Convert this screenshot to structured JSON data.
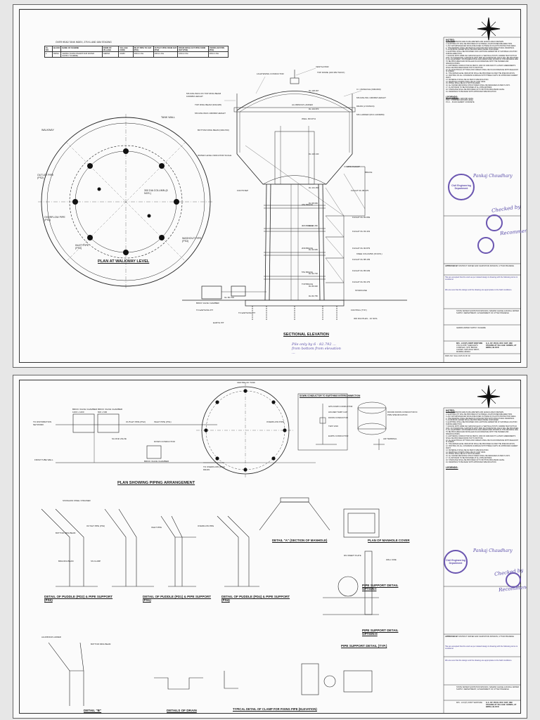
{
  "sheet1": {
    "table_title": "OVER HEAD TANK INDEX, 275 KL AND 16M STAGING",
    "table_headers": [
      "SL. NO.",
      "BLOCK",
      "NAME OF SCHEME",
      "NAME OF VILLAGE",
      "VILLAGE CODE",
      "INLET PIPE TO OHT (PS1)",
      "OUTLET PIPE FROM OHT (PS2)",
      "DRAIN WASH OUT PIPE FORM OHT (PS3)",
      "OVERFLOW PIPE (PS4)"
    ],
    "table_row": [
      "1.",
      "BIRSA",
      "GERMA (SAMAI-PAHENTHUR WATER SUPPLY SCHEME)",
      "GERMA",
      "04480",
      "200mm Dia",
      "200mm Dia",
      "100mm Dia",
      "200mm Dia"
    ],
    "plan": {
      "title": "PLAN AT WALKWAY LEVEL",
      "walkway": "WALKWAY",
      "tank_wall": "TANK WALL",
      "outlet": "OUTLET PIPE (PS2)",
      "overflow": "OVERFLOW PIPE (PS4)",
      "inlet": "INLET PIPE (PS1)",
      "washout": "WASHOUT PIPE (PS3)",
      "column": "300 DIA COLUMN (8 NOS.)"
    },
    "section": {
      "title": "SECTIONAL ELEVATION",
      "labels": [
        "VENTILATOR",
        "LIGHTENING CONDUCTOR",
        "TOP DOME (100 MM THICK)",
        "MS RAILINGS ON TOP RING BEAM 1000MM HEIGHT",
        "C.I. MANHOLE (600x600)",
        "MS RAILING 1000MM HEIGHT",
        "ALUMINIUM LADDER",
        "TOP RING BEAM (300x325)",
        "MS RAILINGS 1000MM HEIGHT",
        "DRAIN (2 RUNGS)",
        "MS LADDER (RCC-1000MM)",
        "BOTTOM RING BEAM (300x700)",
        "WELL MOUTH",
        "WATER LEVEL INDICATOR SCALE",
        "FOOTSTEP",
        "BRACE",
        "18TH FLIGHT",
        "FLIGHT RL 98.475",
        "FLIGHT RL 95.869",
        "FLIGHT RL 93.419",
        "FLIGHT RL 90.879",
        "FLIGHT RL 88.439",
        "FLIGHT RL 85.939",
        "FLIGHT RL 83.479",
        "KNEE COLUMNS (8 NOS.)",
        "STAIRCASE",
        "GL 82.700",
        "EARTH PIT",
        "FOOTING (TYP.)",
        "300 DIA PILES - 10 NOS."
      ],
      "rl_tags": [
        "RL 108.067",
        "RL 104.870",
        "RL 102.130",
        "RL 101.350",
        "RL 98.669",
        "RL 96.350",
        "RL 93.665",
        "RL 90.700",
        "RL 86.930",
        "RL 83.765"
      ],
      "misc": [
        "2ND BRACE",
        "3RD BRACE",
        "4TH BRACE",
        "5TH BRACE",
        "TOP BRACE",
        "BRICK VALVE CHAMBER",
        "TO EARTHING PIT",
        "TO EARTHING PIT"
      ],
      "handwritten": "Pile only by 6 - 82.792 ... from bottom from elevation ..."
    },
    "notes": {
      "heading": "NOTES:",
      "items": [
        "1. ALL DIMENSIONS ARE IN MILLIMETERS AND LEVELS ARE IN METERS.",
        "2. EARTHING PIT WILL BE PROVIDED AT SUITABLE LOCATION BEFORE ERECTION.",
        "3. ANY APPURTENANCES WOULD BE FIXED OUTSIDE OF PLANT'S PROTECTION AREA.",
        "4. THE DRAWING SHALL BE READ IN CONJUNCTION WITH STRUCTURAL DRAWINGS.",
        "5. ALUMINIUM LADDER SHALL BE PROVIDED INSIDE CONTAINER.",
        "6. EARTHING SHALL BE PROVIDED FOR LIGHTNING ARRESTOR AT SUITABLE LOCATION DURING ERECTION.",
        "7. RAILING WITH 20MM DIA 'GROUND LEGS' & 'VERTICAL POSTS' 1000MM HIGH WITH 20 NOS. OF HORIZONTAL SUPPORTS WITH 6MM DIA HORIZONTAL RAILS WILL BE PROVIDED.",
        "8. ALL EQUIPMENT, INSTRUMENTATION AND ARMATURES SHOWN IN THIS DRAWING ARE TO BE PROCURED AND INSTALLED IN ACCORDANCE WITH THE TENDER AND SPECIFICATIONS.",
        "9. LIGHTENING CONDUCTOR AS PER IS: 2309 OF 1969 AND ITS LATEST AMENDMENTS SHALL BE PROVIDED FROM TOP TO BOTTOM.",
        "10. ALL ELECTRICAL FITTINGS AND CABLES SHALL BE IN ACCORDANCE WITH RELEVANT IS CODES.",
        "11. THE WATER LEVEL INDICATOR SHALL BE PROVIDED AS PER THE SPECIFICATION.",
        "12. PAINTING OF ALL CONCRETE SURFACE WITH THREE COATS OF APPROVED CEMENT PAINT.",
        "13. MATERIALS SHALL BE AS PER IS SPECIFICATION.",
        "14. MANHOLE COVERS SHALL BE OF CAST IRON.",
        "15. PIPING SHALL BE DI K7 WITH ISI MARK.",
        "16. ALL WATER RETAINING STRUCTURES SHALL BE DESIGNED AS PER IS 3370.",
        "17. FLUSH BAND TO BE PROVIDED AT ALL PIPE ENTRIES.",
        "18. STAIRCASE SHALL BE PROVIDED UP TO BOTTOM RING BEAM LEVEL.",
        "19. DRAWINGS TO BE READ WITH APPROVED SPECIFICATION."
      ],
      "legends_heading": "LEGENDS:",
      "legends": [
        "N.G.L. - NATURAL GROUND LEVEL",
        "F.G.L. - FINISHED GROUND LEVEL",
        "P.C.C. - PLAIN CEMENT CONCRETE"
      ]
    },
    "stamps": {
      "civil": "Civil Engineering Department",
      "signature": "Pankaj Choudhary",
      "checked": "Checked by",
      "recommended": "Recommended by"
    },
    "titleblock": {
      "approved_by": "APPROVED BY",
      "approver": "DISTRICT WATER AND SANITATION MISSION, UTTAR PRADESH",
      "note1": "'We are accepted that the work as per related design & drawing with the following terms & conditions'",
      "note2": "We are sure that the design and the drawing are appropriate to the field conditions.",
      "client": "STATE WATER SANITATION MISSION, NAMAMI GANGE & RURAL WATER SUPPLY DEPARTMENT, GOVERNMENT OF UTTAR PRADESH",
      "scheme": "GERMA WATER SUPPLY SCHEME",
      "contractor": "M/S - LCC(P) JOINT VENTURE",
      "contractor_addr": "4TH FLOOR, SHEKHAR'S COMPLEX, OPP. BRAND CHOWK, MATUNGA WEST, MUMBAI-400016",
      "drawing_title": "G.A. OF 150 KL RCC OHT, 16M STAGING AT VILLAGE: GERMA, AT BIRSA, BLOCK",
      "drawing_no": "DWG NO: SGA-OHT-01 OF 02"
    }
  },
  "sheet2": {
    "top_labels": [
      "TO DISTRIBUTION NETWORK",
      "BRICK VALVE CHAMBER 1200 x 1200",
      "BRICK VALVE CHAMBER 600 x 600",
      "SLUICE VALVE",
      "OUTLET PIPE (PS2)",
      "DOWN CONDUCTOR",
      "INLET PIPE (PS1)",
      "BRICK VALVE CHAMBER",
      "FROM TUBE WELL",
      "TO OVERFLOW (PS4) DRAIN",
      "OVERFLOW PIPE",
      "CENTRE OF TANK"
    ],
    "piping_title": "PLAN SHOWING PIPING ARRANGEMENT",
    "down_conductor_title": "DOWN CONDUCTOR TO EARTHING INTERCONNECTION",
    "dc_labels": [
      "GPS DOWN CONDUCTOR",
      "HOLDER TAMP CLIP",
      "DOWN CONDUCTOR",
      "TEST LINK",
      "EARTH CONDUCTOR",
      "ROUND DOWN CONDUCTOR IN PIPE SPECIFICATION",
      "AIR TERMINAL"
    ],
    "manhole": [
      "PLAN OF MANHOLE COVER",
      "DETAIL \"A\" (SECTION OF MANHOLE)"
    ],
    "puddles": [
      "DETAIL OF PUDDLE (PD2) & PIPE SUPPORT (PS2)",
      "DETAIL OF PUDDLE (PD1) & PIPE SUPPORT (PS1)",
      "DETAIL OF PUDDLE (PD4) & PIPE SUPPORT (PS4)"
    ],
    "pipe_support": [
      "PIPE SUPPORT DETAIL OPTION-I",
      "PIPE SUPPORT DETAIL OPTION-II",
      "PIPE SUPPORT DETAIL (TYP.)"
    ],
    "bottom": [
      "DETAIL \"B\"",
      "DETAILS OF DRAIN",
      "TYPICAL DETAIL OF CLAMP FOR FIXING PIPE (ELEVATION)"
    ],
    "misc_labels": [
      "STAINLESS STEEL STRAINER",
      "BOTTOM RING BEAM",
      "BRACING BEAM",
      "OUTLET PIPE (PS2)",
      "SS CLAMP",
      "INLET PIPE",
      "OVERFLOW PIPE",
      "ALUMINIUM LADDER",
      "BOTTOM RING BEAM",
      "WALL SIDE",
      "MS INSERT PLATE"
    ],
    "stamps": {
      "signature": "Pankaj Chaudhary",
      "checked": "Checked by",
      "recommended": "Recommended by"
    },
    "notes_heading": "NOTES:",
    "legends_heading": "LEGENDS:"
  }
}
